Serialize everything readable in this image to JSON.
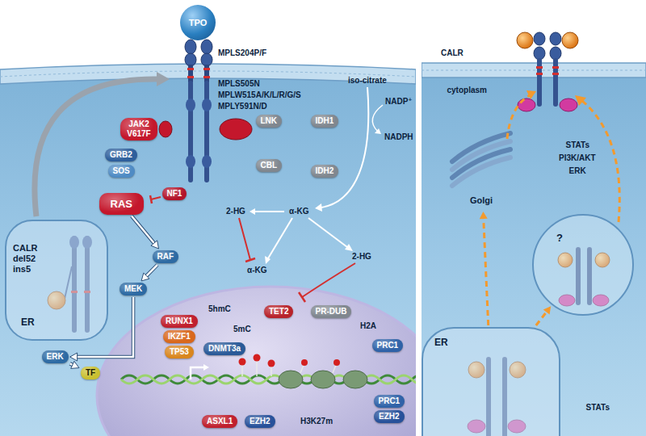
{
  "diagram": {
    "nodes": [
      {
        "text": [
          "TPO"
        ]
      },
      {
        "text": [
          "JAK2 V617F"
        ]
      },
      {
        "text": [
          "LNK"
        ]
      },
      {
        "text": [
          "IDH1"
        ]
      },
      {
        "text": [
          "GRB2"
        ]
      },
      {
        "text": [
          "SOS"
        ]
      },
      {
        "text": [
          "CBL"
        ]
      },
      {
        "text": [
          "IDH2"
        ]
      },
      {
        "text": [
          "RAS"
        ]
      },
      {
        "text": [
          "NF1"
        ]
      },
      {
        "text": [
          "ER"
        ]
      },
      {
        "text": [
          "RAF"
        ]
      },
      {
        "text": [
          "MEK"
        ]
      },
      {
        "text": [
          "RUNX1"
        ]
      },
      {
        "text": [
          "IKZF1"
        ]
      },
      {
        "text": [
          "TP53"
        ]
      },
      {
        "text": [
          "TET2"
        ]
      },
      {
        "text": [
          "PR-DUB"
        ]
      },
      {
        "text": [
          "PRC1"
        ]
      },
      {
        "text": [
          "DNMT3a"
        ]
      },
      {
        "text": [
          "ERK"
        ]
      },
      {
        "text": [
          "TF"
        ]
      },
      {
        "text": [
          "PRC1"
        ]
      },
      {
        "text": [
          "EZH2"
        ]
      },
      {
        "text": [
          "ASXL1"
        ]
      },
      {
        "text": [
          "EZH2"
        ]
      },
      {
        "text": [
          "Golgi"
        ]
      },
      {
        "text": [
          "?"
        ]
      },
      {
        "text": [
          "ER"
        ]
      }
    ],
    "edges": [
      {
        "from": 8,
        "to": 11,
        "arrow": "to"
      },
      {
        "from": 11,
        "to": 12,
        "arrow": "to"
      },
      {
        "from": 12,
        "to": 20,
        "arrow": "to"
      },
      {
        "from": 20,
        "to": 21,
        "arrow": "to"
      },
      {
        "from": 28,
        "to": 26,
        "arrow": "to"
      },
      {
        "from": 28,
        "to": 27,
        "arrow": "to"
      }
    ],
    "labels": [
      "MPLS204P/F",
      "MPLS505N",
      "MPLW515A/K/L/R/G/S",
      "MPLY591N/D",
      "iso-citrate",
      "NADP⁺",
      "NADPH",
      "CALR del52 ins5",
      "2-HG",
      "α-KG",
      "2-HG",
      "5hmC",
      "α-KG",
      "H2A",
      "5mC",
      "H3K27m",
      "CALR",
      "cytoplasm",
      "STATs",
      "PI3K/AKT",
      "ERK",
      "STATs"
    ]
  }
}
